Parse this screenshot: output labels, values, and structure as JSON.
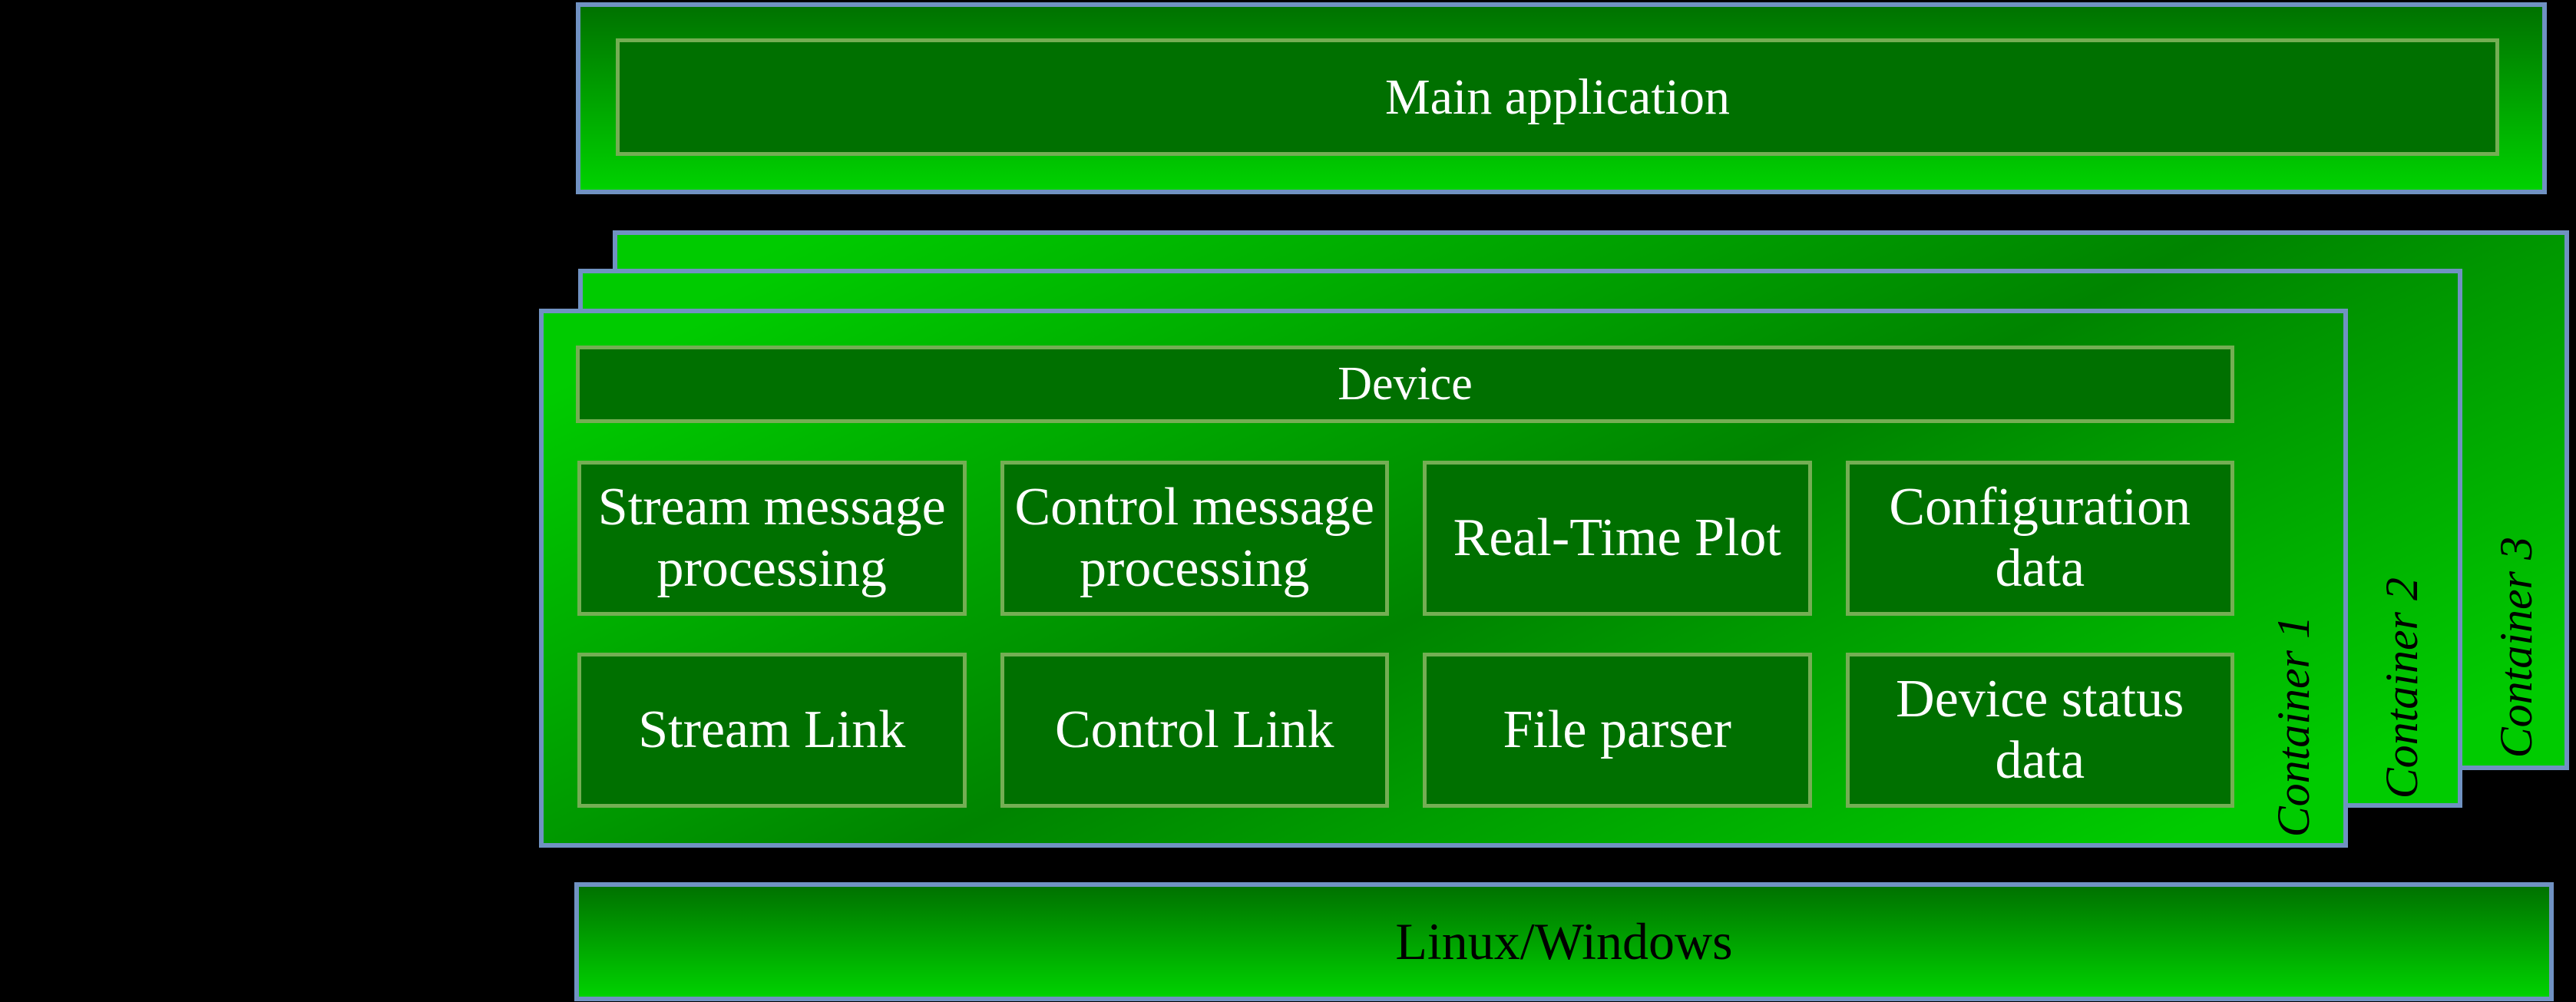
{
  "diagram": {
    "main_application": "Main application",
    "device": "Device",
    "modules": {
      "row1": [
        "Stream message processing",
        "Control message processing",
        "Real-Time Plot",
        "Configuration data"
      ],
      "row2": [
        "Stream Link",
        "Control Link",
        "File parser",
        "Device status data"
      ]
    },
    "containers": [
      {
        "label": "Container 1"
      },
      {
        "label": "Container 2"
      },
      {
        "label": "Container 3"
      }
    ],
    "os_platform": "Linux/Windows"
  },
  "colors": {
    "background": "#000000",
    "border_blue": "#7092c2",
    "border_sage": "#74ae54",
    "box_fill_dark_green": "#007000",
    "gradient_bright_green": "#00cb00",
    "gradient_dark_green": "#008400",
    "bar_gradient_top": "#007200",
    "bar_gradient_bottom": "#00d200",
    "text_light": "#ffffff",
    "text_dark": "#000000"
  }
}
